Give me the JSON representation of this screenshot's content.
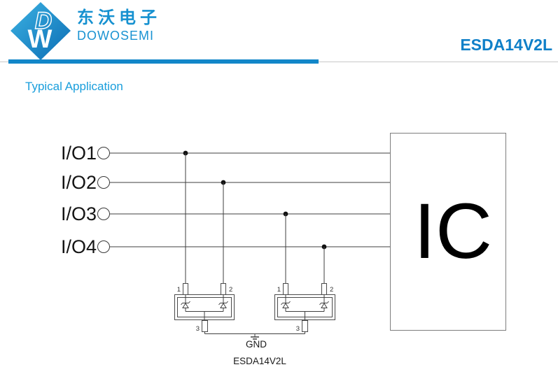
{
  "header": {
    "logo": {
      "monogram_top": "D",
      "monogram_bottom": "W"
    },
    "brand_cn": "东沃电子",
    "brand_en": "DOWOSEMI",
    "part_number": "ESDA14V2L"
  },
  "colors": {
    "brand_blue": "#1691d0",
    "divider_bar_blue": "#1287c9",
    "part_number_blue": "#0e7fc8",
    "section_title_blue": "#199edc"
  },
  "section": {
    "title": "Typical Application"
  },
  "diagram": {
    "io_labels": [
      "I/O1",
      "I/O2",
      "I/O3",
      "I/O4"
    ],
    "ic_label": "IC",
    "pin1": "1",
    "pin2": "2",
    "pin3": "3",
    "gnd_label": "GND",
    "device_label": "ESDA14V2L"
  }
}
